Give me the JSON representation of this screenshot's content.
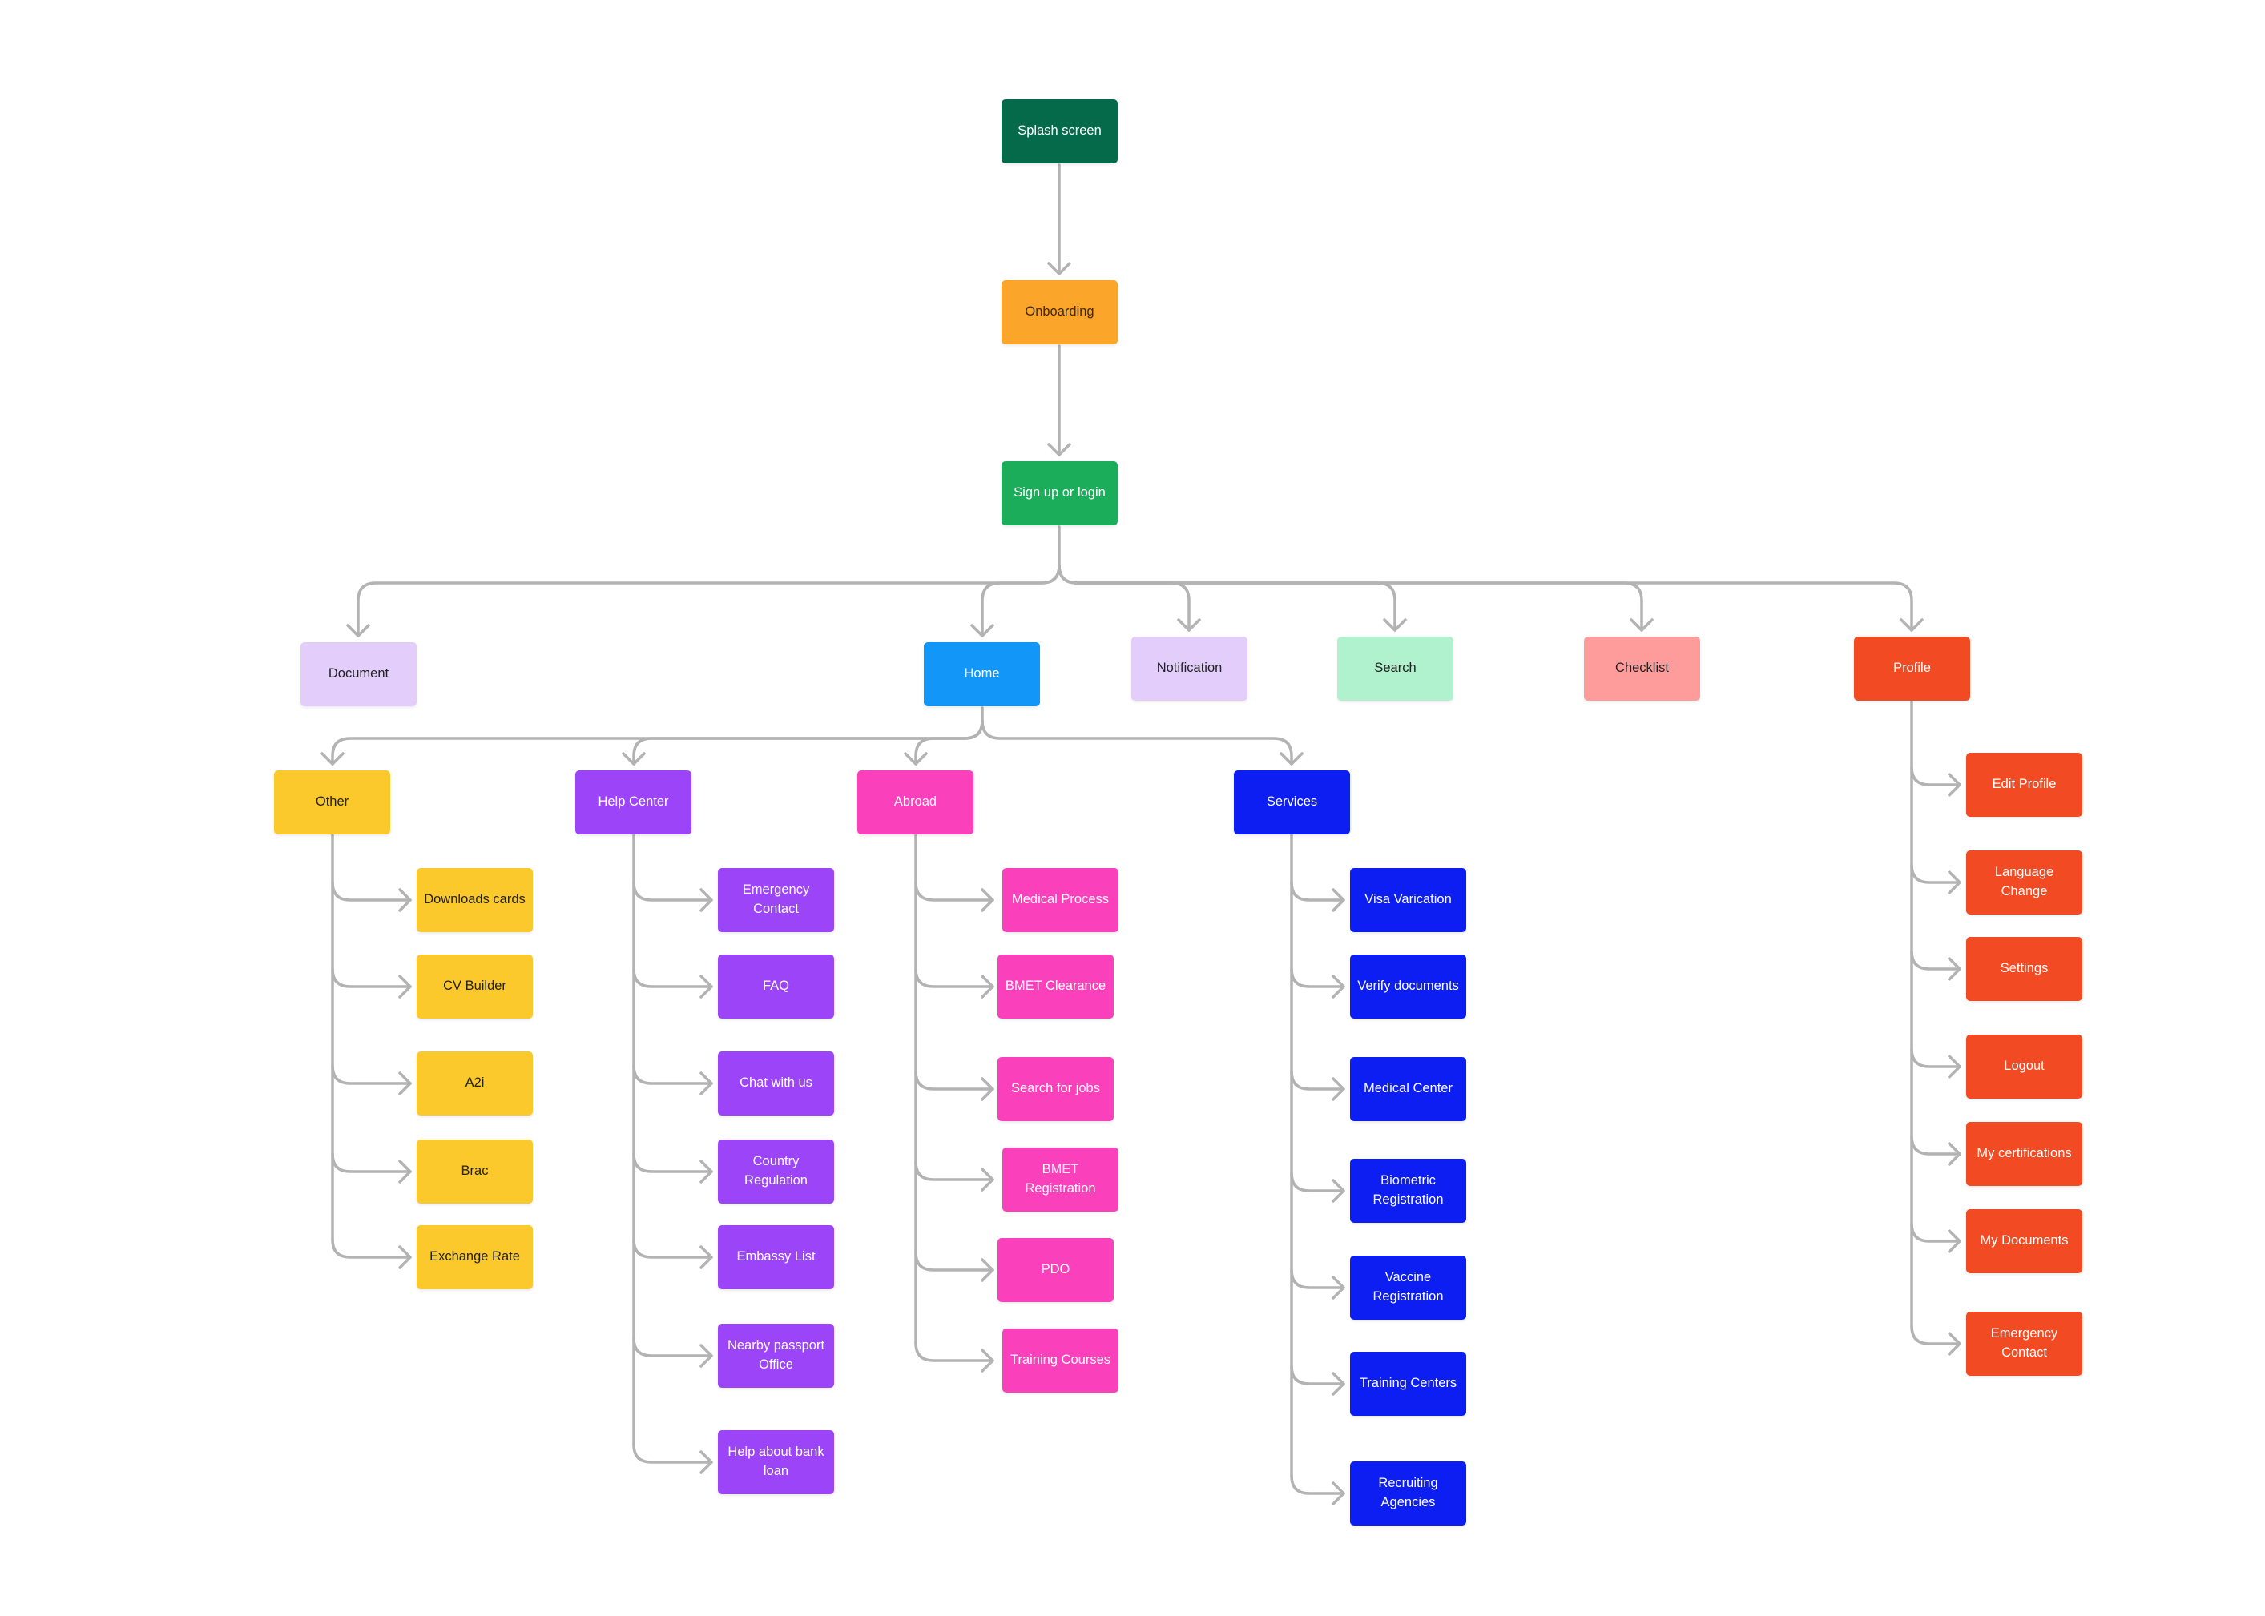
{
  "colors": {
    "connector": "#b3b3b3",
    "splash": "#046a4a",
    "onboarding": "#fba52b",
    "signup": "#1bad5a",
    "document": "#e2cdfb",
    "home": "#1296f8",
    "notification": "#e2cdfb",
    "search": "#b0f2cd",
    "checklist": "#fe9c9b",
    "profile": "#f24b23",
    "other": "#fbc92c",
    "help": "#9c44f8",
    "abroad": "#fb40bc",
    "services": "#0c1ef2"
  },
  "nodes": {
    "splash": "Splash screen",
    "onboarding": "Onboarding",
    "signup": "Sign up or login",
    "document": "Document",
    "home": "Home",
    "notification": "Notification",
    "search": "Search",
    "checklist": "Checklist",
    "profile": "Profile",
    "other": "Other",
    "help": "Help Center",
    "abroad": "Abroad",
    "services": "Services",
    "other_children": [
      "Downloads cards",
      "CV Builder",
      "A2i",
      "Brac",
      "Exchange Rate"
    ],
    "help_children": [
      "Emergency Contact",
      "FAQ",
      "Chat with us",
      "Country Regulation",
      "Embassy List",
      "Nearby passport Office",
      "Help about bank loan"
    ],
    "abroad_children": [
      "Medical Process",
      "BMET Clearance",
      "Search for jobs",
      "BMET Registration",
      "PDO",
      "Training Courses"
    ],
    "services_children": [
      "Visa Varication",
      "Verify documents",
      "Medical Center",
      "Biometric Registration",
      "Vaccine Registration",
      "Training Centers",
      "Recruiting Agencies"
    ],
    "profile_children": [
      "Edit Profile",
      "Language Change",
      "Settings",
      "Logout",
      "My certifications",
      "My Documents",
      "Emergency Contact"
    ]
  }
}
